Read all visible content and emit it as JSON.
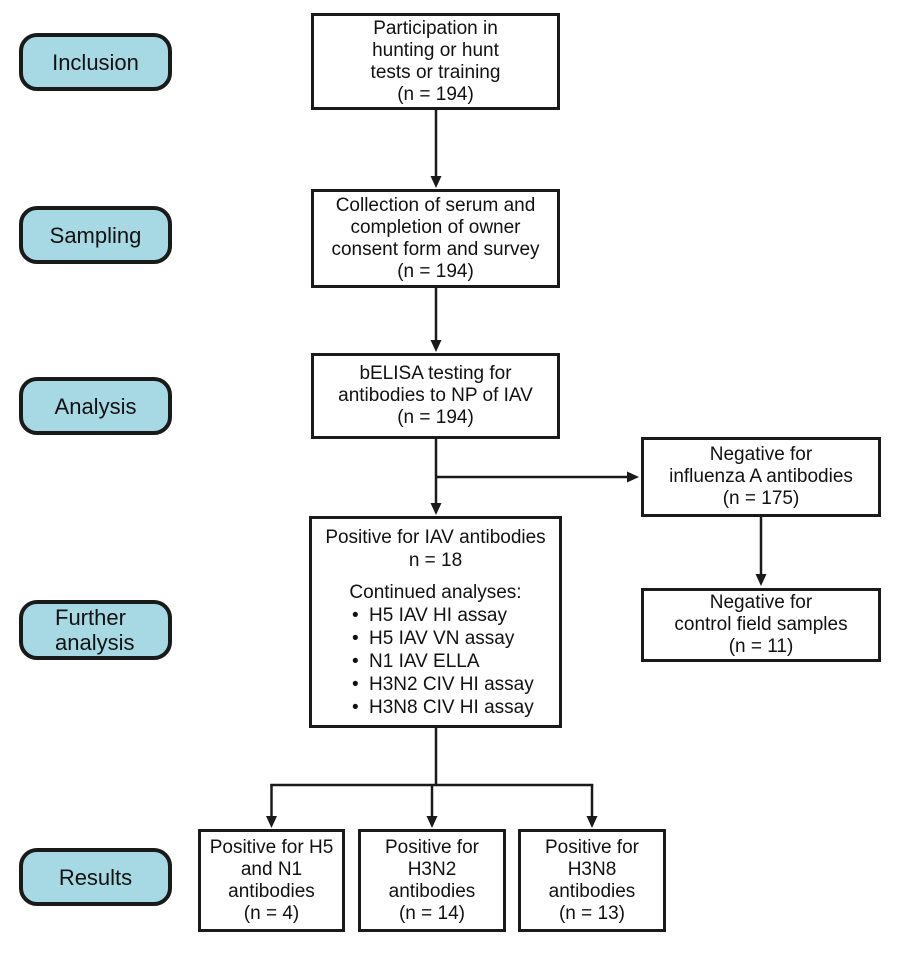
{
  "palette": {
    "stage_fill": "#a6d9e3",
    "stroke": "#1a1a1a"
  },
  "glyphs": {
    "bullet": "•"
  },
  "stages": {
    "inclusion": "Inclusion",
    "sampling": "Sampling",
    "analysis": "Analysis",
    "further_analysis": "Further\nanalysis",
    "results": "Results"
  },
  "boxes": {
    "participation": "Participation in\nhunting or hunt\ntests or training\n(n = 194)",
    "collection": "Collection of serum and\ncompletion of owner\nconsent form and survey\n(n = 194)",
    "belisa": "bELISA testing for\nantibodies to NP of IAV\n(n = 194)",
    "negative_iav": "Negative for\ninfluenza A antibodies\n(n = 175)",
    "negative_control": "Negative for\ncontrol field samples\n(n = 11)",
    "positive_iav": {
      "title": "Positive for IAV antibodies\nn = 18",
      "subtitle": "Continued analyses:",
      "items": [
        "H5 IAV HI assay",
        "H5 IAV VN assay",
        "N1 IAV ELLA",
        "H3N2 CIV HI assay",
        "H3N8 CIV HI assay"
      ]
    },
    "positive_h5_n1": "Positive for H5\nand N1\nantibodies\n(n = 4)",
    "positive_h3n2": "Positive for\nH3N2\nantibodies\n(n = 14)",
    "positive_h3n8": "Positive for\nH3N8\nantibodies\n(n = 13)"
  }
}
